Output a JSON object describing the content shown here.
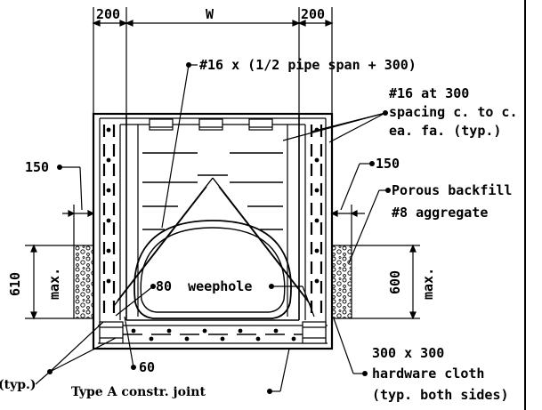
{
  "dimensions": {
    "left_wall": "200",
    "width": "W",
    "right_wall": "200",
    "left_cover": "150",
    "right_cover": "150",
    "left_height": "610",
    "left_height_qualifier": "max.",
    "right_height": "600",
    "right_height_qualifier": "max.",
    "bottom_dim": "60"
  },
  "notes": {
    "top_bar": "#16 x (1/2 pipe span + 300)",
    "spacing_line1": "#16 at 300",
    "spacing_line2": "spacing c. to c.",
    "spacing_line3": "ea. fa. (typ.)",
    "backfill_line1": "Porous backfill",
    "backfill_line2": "#8 aggregate",
    "weephole": "80  weephole",
    "left_typ": "(typ.)",
    "joint": "Type A constr. joint",
    "cloth_line1": "300 x 300",
    "cloth_line2": "hardware cloth",
    "cloth_line3": "(typ. both sides)"
  }
}
